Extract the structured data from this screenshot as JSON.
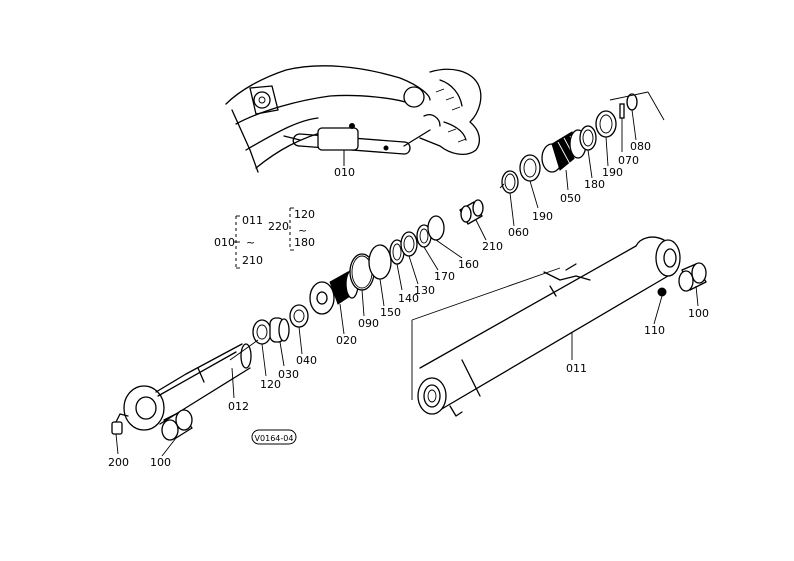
{
  "parts": [
    {
      "key": "p010_top",
      "label": "010"
    },
    {
      "key": "p080",
      "label": "080"
    },
    {
      "key": "p070",
      "label": "070"
    },
    {
      "key": "p190a",
      "label": "190"
    },
    {
      "key": "p180a",
      "label": "180"
    },
    {
      "key": "p050",
      "label": "050"
    },
    {
      "key": "p190b",
      "label": "190"
    },
    {
      "key": "p060",
      "label": "060"
    },
    {
      "key": "p210",
      "label": "210"
    },
    {
      "key": "p160",
      "label": "160"
    },
    {
      "key": "p170",
      "label": "170"
    },
    {
      "key": "p130",
      "label": "130"
    },
    {
      "key": "p140",
      "label": "140"
    },
    {
      "key": "p150",
      "label": "150"
    },
    {
      "key": "p090",
      "label": "090"
    },
    {
      "key": "p020",
      "label": "020"
    },
    {
      "key": "p040",
      "label": "040"
    },
    {
      "key": "p030",
      "label": "030"
    },
    {
      "key": "p120",
      "label": "120"
    },
    {
      "key": "p012",
      "label": "012"
    },
    {
      "key": "p200",
      "label": "200"
    },
    {
      "key": "p100a",
      "label": "100"
    },
    {
      "key": "p011",
      "label": "011"
    },
    {
      "key": "p110",
      "label": "110"
    },
    {
      "key": "p100b",
      "label": "100"
    }
  ],
  "legend": {
    "assembly": "010",
    "from_a": "011",
    "to_a": "210",
    "group": "220",
    "from_b": "120",
    "to_b": "180",
    "tilde": "~"
  },
  "diagram_code": "V0164-04"
}
